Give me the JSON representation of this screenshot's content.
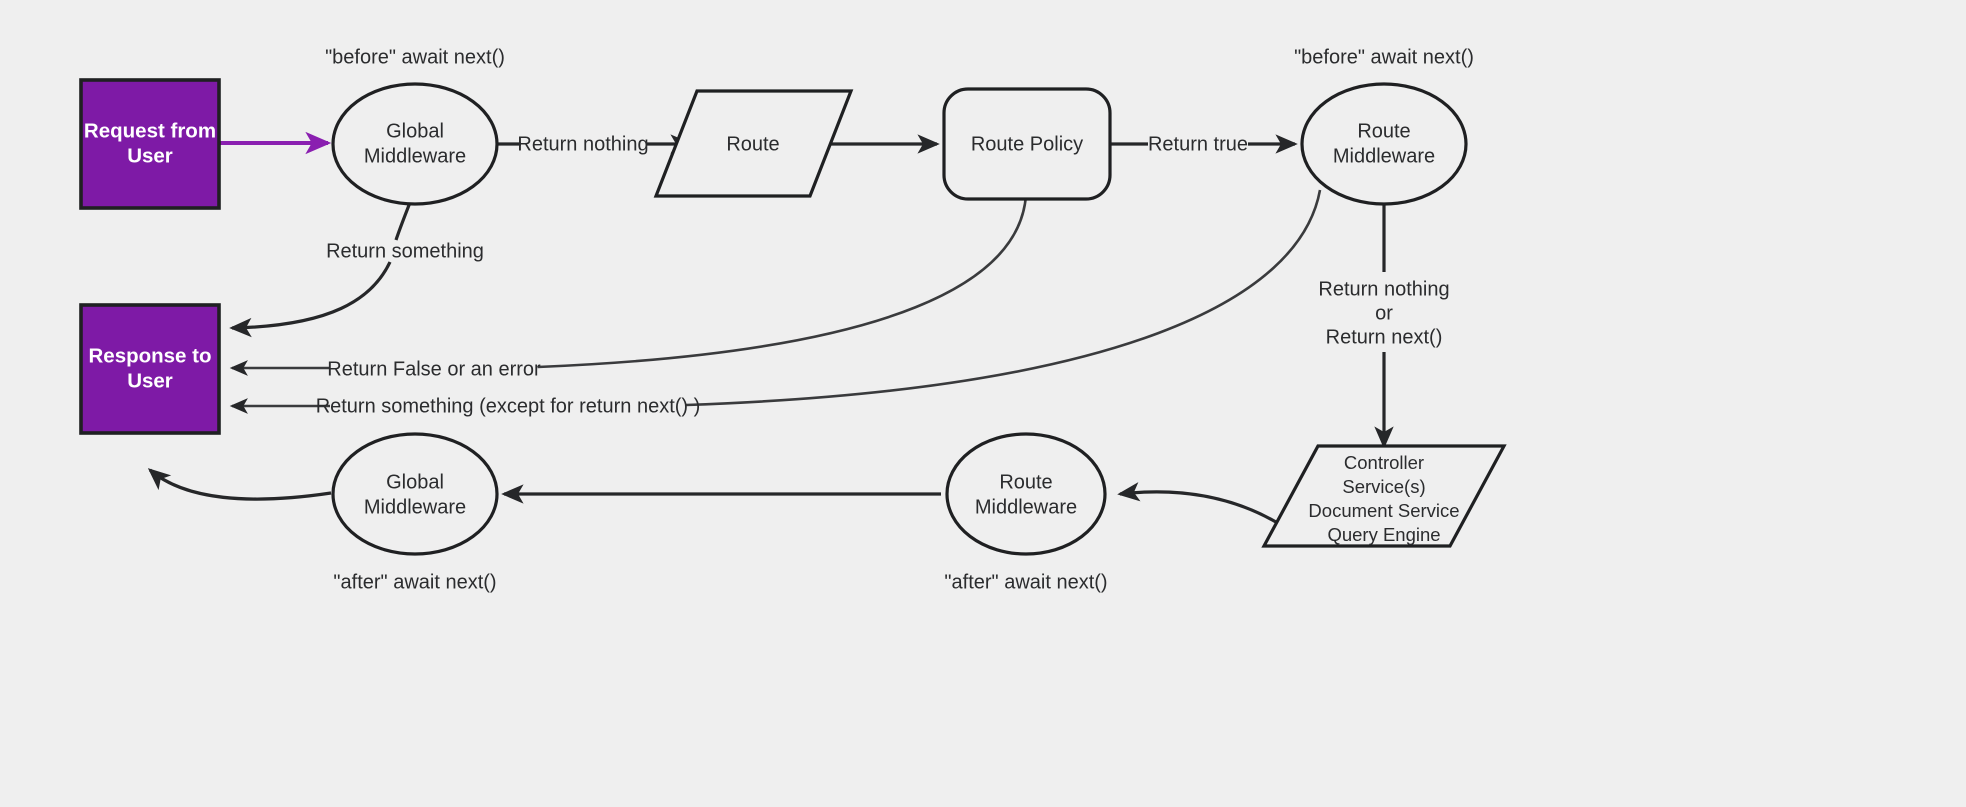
{
  "diagram": {
    "title": "Request/Response middleware flow",
    "background_color": "#efefef",
    "accent_color": "#7e1aa6",
    "stroke_color": "#1f2022"
  },
  "nodes": {
    "request_box": {
      "line1": "Request from",
      "line2": "User"
    },
    "response_box": {
      "line1": "Response to",
      "line2": "User"
    },
    "global_mw_top": {
      "line1": "Global",
      "line2": "Middleware"
    },
    "route": {
      "label": "Route"
    },
    "route_policy": {
      "label": "Route Policy"
    },
    "route_mw_top": {
      "line1": "Route",
      "line2": "Middleware"
    },
    "controller": {
      "line1": "Controller",
      "line2": "Service(s)",
      "line3": "Document Service",
      "line4": "Query Engine"
    },
    "route_mw_bottom": {
      "line1": "Route",
      "line2": "Middleware"
    },
    "global_mw_bottom": {
      "line1": "Global",
      "line2": "Middleware"
    }
  },
  "annotations": {
    "before_await_left": "\"before\" await next()",
    "before_await_right": "\"before\" await next()",
    "after_await_left": "\"after\" await next()",
    "after_await_right": "\"after\" await next()"
  },
  "edges": {
    "request_to_global": "",
    "global_to_route": "Return nothing",
    "global_return_something": "Return something",
    "policy_to_route_mw": "Return true",
    "policy_false": "Return False or an error",
    "route_mw_return": "Return something (except for return next() )",
    "route_mw_nothing_1": "Return nothing",
    "route_mw_nothing_2": "or",
    "route_mw_nothing_3": "Return next()"
  }
}
